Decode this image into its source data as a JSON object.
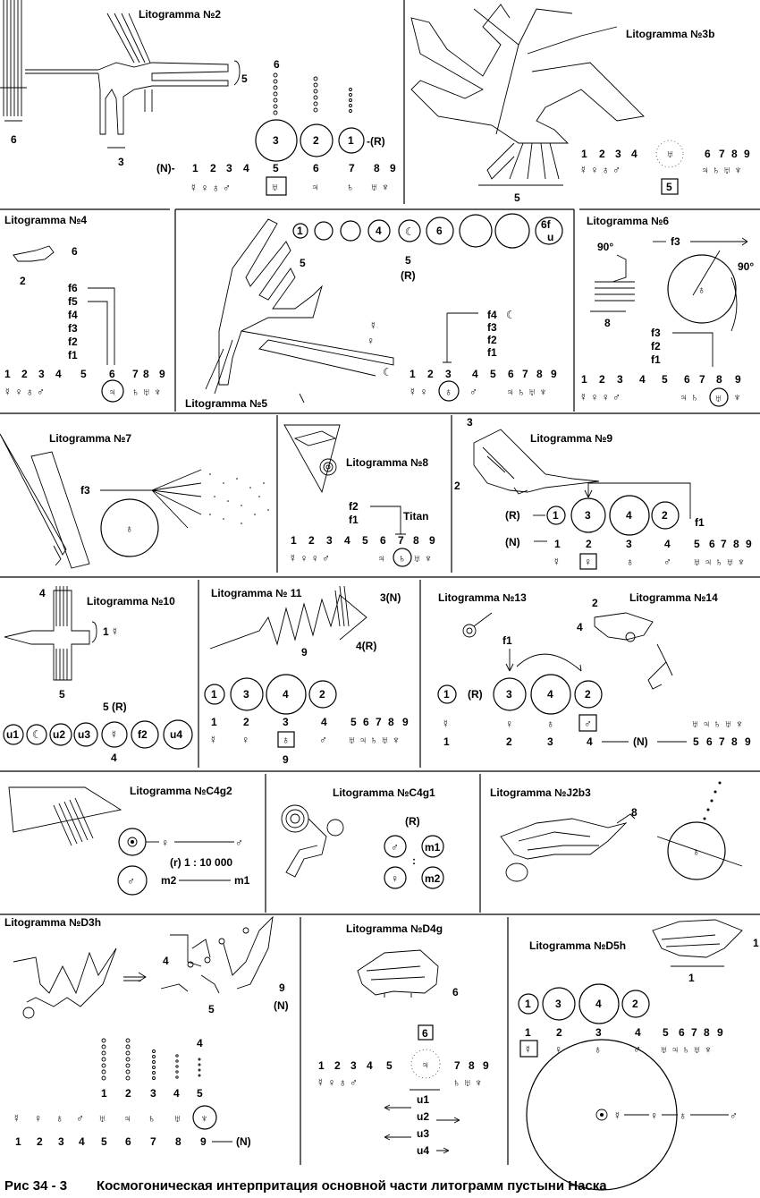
{
  "panels": {
    "p2": {
      "title": "Litogramma №2",
      "labels": [
        "6",
        "5",
        "3"
      ],
      "circles": [
        "3",
        "2",
        "1"
      ],
      "suffix": "-(R)",
      "prefix": "(N)-",
      "numbers": [
        "1",
        "2",
        "3",
        "4",
        "5",
        "6",
        "7",
        "8",
        "9"
      ],
      "stack_top": "6"
    },
    "p3b": {
      "title": "Litogramma №3b",
      "numbers": [
        "1",
        "2",
        "3",
        "4",
        "6",
        "7",
        "8",
        "9"
      ],
      "label_bottom": "5",
      "box": "5"
    },
    "p4": {
      "title": "Litogramma №4",
      "labels": [
        "6",
        "2"
      ],
      "f_list": [
        "f6",
        "f5",
        "f4",
        "f3",
        "f2",
        "f1"
      ],
      "numbers": [
        "1",
        "2",
        "3",
        "4",
        "5",
        "6",
        "7",
        "8",
        "9"
      ]
    },
    "p5": {
      "title": "Litogramma №5",
      "circles": [
        "1",
        "4",
        "6",
        "6f",
        "u"
      ],
      "five": "5",
      "r": "(R)",
      "f_list": [
        "f4",
        "f3",
        "f2",
        "f1"
      ],
      "numbers": [
        "1",
        "2",
        "3",
        "4",
        "5",
        "6",
        "7",
        "8",
        "9"
      ]
    },
    "p6": {
      "title": "Litogramma №6",
      "angle": "90°",
      "f3": "f3",
      "f_list": [
        "f3",
        "f2",
        "f1"
      ],
      "label_8": "8",
      "numbers": [
        "1",
        "2",
        "3",
        "4",
        "5",
        "6",
        "7",
        "8",
        "9"
      ]
    },
    "p7": {
      "title": "Litogramma №7",
      "f3": "f3"
    },
    "p8": {
      "title": "Litogramma №8",
      "f_list": [
        "f2",
        "f1"
      ],
      "titan": "Titan",
      "numbers": [
        "1",
        "2",
        "3",
        "4",
        "5",
        "6",
        "7",
        "8",
        "9"
      ]
    },
    "p9": {
      "title": "Litogramma №9",
      "labels": [
        "3",
        "2"
      ],
      "r": "(R)",
      "n": "(N)",
      "circles": [
        "1",
        "3",
        "4",
        "2"
      ],
      "f1": "f1",
      "numbers": [
        "1",
        "2",
        "3",
        "4",
        "5",
        "6",
        "7",
        "8",
        "9"
      ]
    },
    "p10": {
      "title": "Litogramma №10",
      "labels": [
        "4",
        "1",
        "5"
      ],
      "r": "5 (R)",
      "circles": [
        "u1",
        "u2",
        "u3",
        "f2",
        "u4"
      ],
      "bottom": "4"
    },
    "p11": {
      "title": "Litogramma № 11",
      "labels": [
        "3(N)",
        "4(R)",
        "9"
      ],
      "circles": [
        "1",
        "3",
        "4",
        "2"
      ],
      "numbers": [
        "1",
        "2",
        "3",
        "4",
        "5",
        "6",
        "7",
        "8",
        "9"
      ],
      "bottom": "9"
    },
    "p13": {
      "title": "Litogramma №13",
      "f1": "f1",
      "r": "(R)",
      "circles": [
        "1",
        "3",
        "4",
        "2"
      ],
      "n": "(N)",
      "numbers_bottom": [
        "1",
        "2",
        "3",
        "4",
        "5",
        "6",
        "7",
        "8",
        "9"
      ]
    },
    "p14": {
      "title": "Litogramma №14",
      "labels": [
        "2",
        "4"
      ]
    },
    "pc4g2": {
      "title": "Litogramma №C4g2",
      "scale": "(r) 1 : 10 000",
      "m2": "m2",
      "m1": "m1"
    },
    "pc4g1": {
      "title": "Litogramma №C4g1",
      "r": "(R)",
      "m1": "m1",
      "m2": "m2",
      "colon": ":"
    },
    "pj2b3": {
      "title": "Litogramma №J2b3",
      "label": "8"
    },
    "pd3h": {
      "title": "Litogramma №D3h",
      "labels": [
        "4",
        "5",
        "9",
        "(N)"
      ],
      "stack_top": "4",
      "numbers": [
        "1",
        "2",
        "3",
        "4",
        "5"
      ],
      "numbers_bottom": [
        "1",
        "2",
        "3",
        "4",
        "5",
        "6",
        "7",
        "8",
        "9"
      ],
      "n": "(N)"
    },
    "pd4g": {
      "title": "Litogramma №D4g",
      "label": "6",
      "box": "6",
      "numbers": [
        "1",
        "2",
        "3",
        "4",
        "5",
        "7",
        "8",
        "9"
      ],
      "u_list": [
        "u1",
        "u2",
        "u3",
        "u4"
      ]
    },
    "pd5h": {
      "title": "Litogramma №D5h",
      "labels": [
        "1",
        "1"
      ],
      "circles": [
        "1",
        "3",
        "4",
        "2"
      ],
      "numbers": [
        "1",
        "2",
        "3",
        "4",
        "5",
        "6",
        "7",
        "8",
        "9"
      ]
    }
  },
  "caption": {
    "fig": "Рис  34 - 3",
    "text": "Космогоническая интерпритация основной части литограмм пустыни Наска"
  }
}
